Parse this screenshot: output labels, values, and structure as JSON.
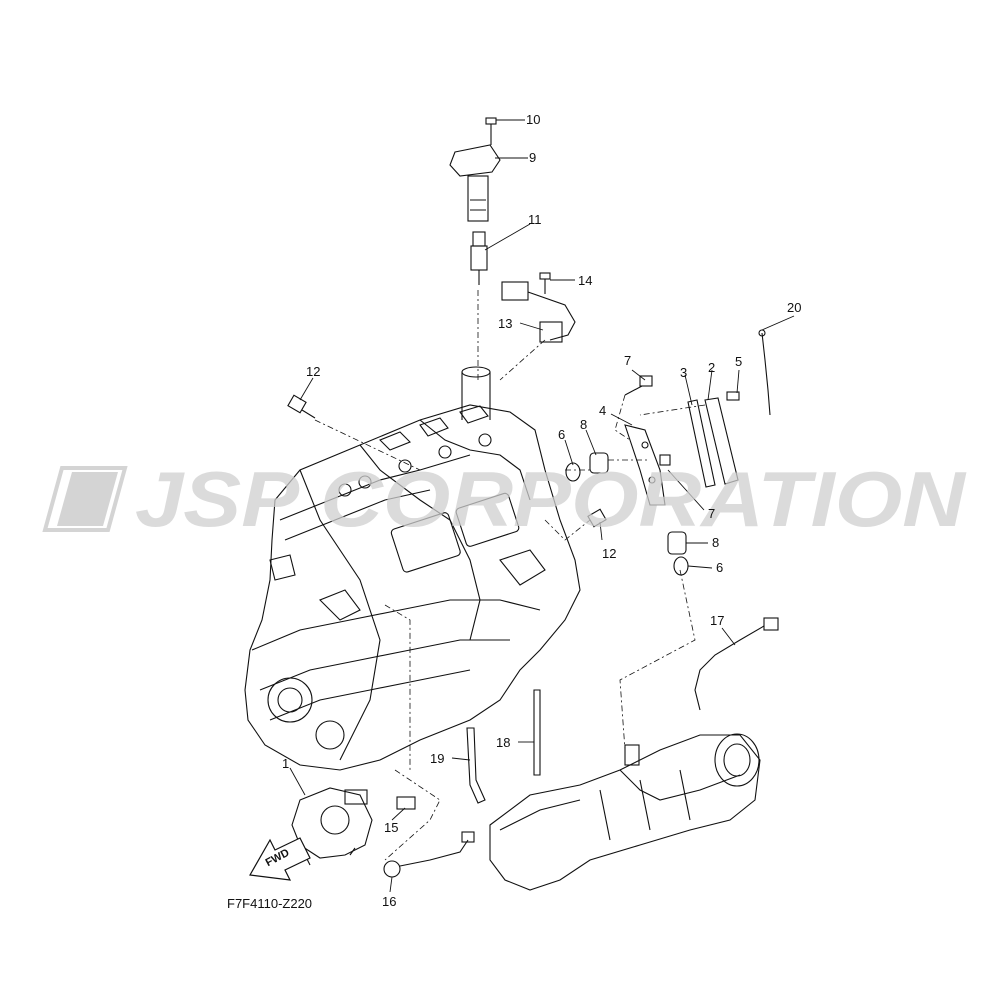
{
  "diagram": {
    "code": "F7F4110-Z220",
    "forward_label": "FWD",
    "watermark_text": "JSP CORPORATION",
    "callouts": [
      "1",
      "2",
      "3",
      "4",
      "5",
      "6",
      "6",
      "7",
      "7",
      "8",
      "8",
      "9",
      "10",
      "11",
      "12",
      "12",
      "13",
      "14",
      "15",
      "16",
      "17",
      "18",
      "19",
      "20"
    ]
  },
  "colors": {
    "line": "#111111",
    "watermark": "#cfcfcf"
  }
}
